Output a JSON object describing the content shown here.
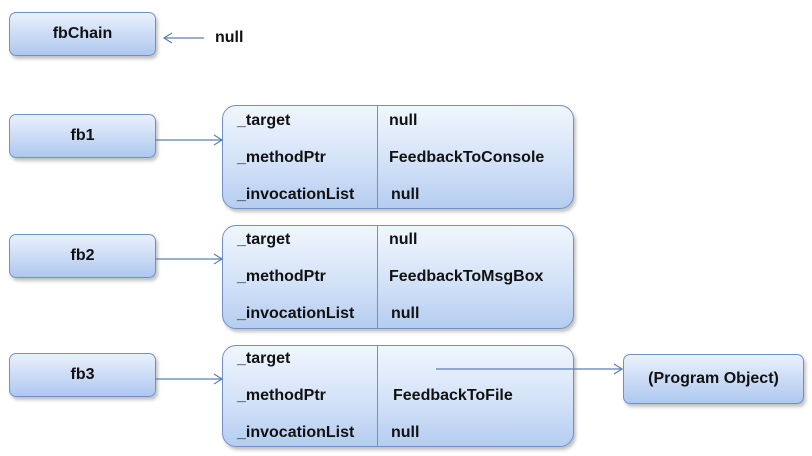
{
  "fbChain": {
    "name": "fbChain",
    "value": "null"
  },
  "delegates": [
    {
      "name": "fb1",
      "fields": [
        {
          "label": "_target",
          "value": "null"
        },
        {
          "label": "_methodPtr",
          "value": "FeedbackToConsole"
        },
        {
          "label": "_invocationList",
          "value": "null"
        }
      ]
    },
    {
      "name": "fb2",
      "fields": [
        {
          "label": "_target",
          "value": "null"
        },
        {
          "label": "_methodPtr",
          "value": "FeedbackToMsgBox"
        },
        {
          "label": "_invocationList",
          "value": "null"
        }
      ]
    },
    {
      "name": "fb3",
      "fields": [
        {
          "label": "_target",
          "value": ""
        },
        {
          "label": "_methodPtr",
          "value": "FeedbackToFile"
        },
        {
          "label": "_invocationList",
          "value": "null"
        }
      ]
    }
  ],
  "program_object": {
    "label": "(Program Object)"
  }
}
